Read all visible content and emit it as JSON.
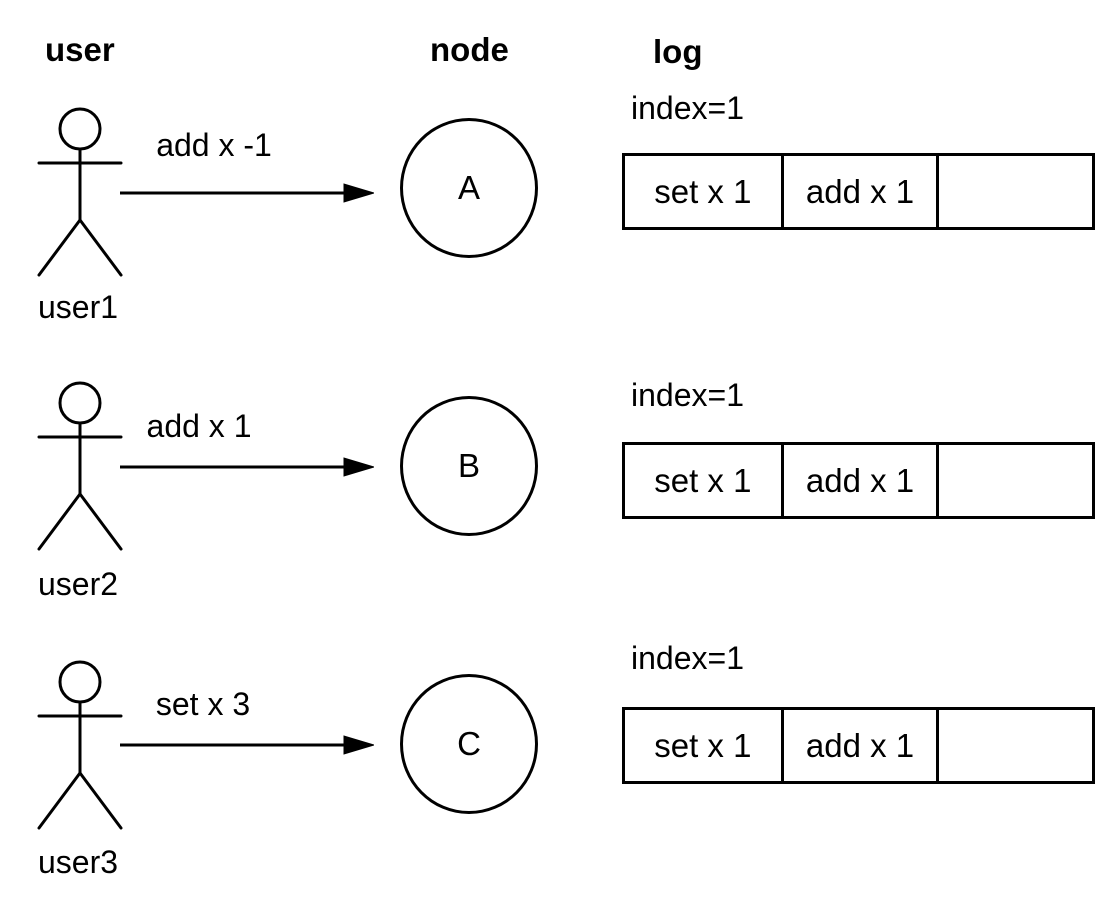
{
  "headers": {
    "user": "user",
    "node": "node",
    "log": "log"
  },
  "rows": [
    {
      "user_label": "user1",
      "message": "add x -1",
      "node": "A",
      "log_index": "index=1",
      "log_cells": [
        "set x 1",
        "add x 1",
        ""
      ]
    },
    {
      "user_label": "user2",
      "message": "add x 1",
      "node": "B",
      "log_index": "index=1",
      "log_cells": [
        "set x 1",
        "add x 1",
        ""
      ]
    },
    {
      "user_label": "user3",
      "message": "set x 3",
      "node": "C",
      "log_index": "index=1",
      "log_cells": [
        "set x 1",
        "add x 1",
        ""
      ]
    }
  ],
  "colors": {
    "stroke": "#000000",
    "background": "#ffffff"
  }
}
